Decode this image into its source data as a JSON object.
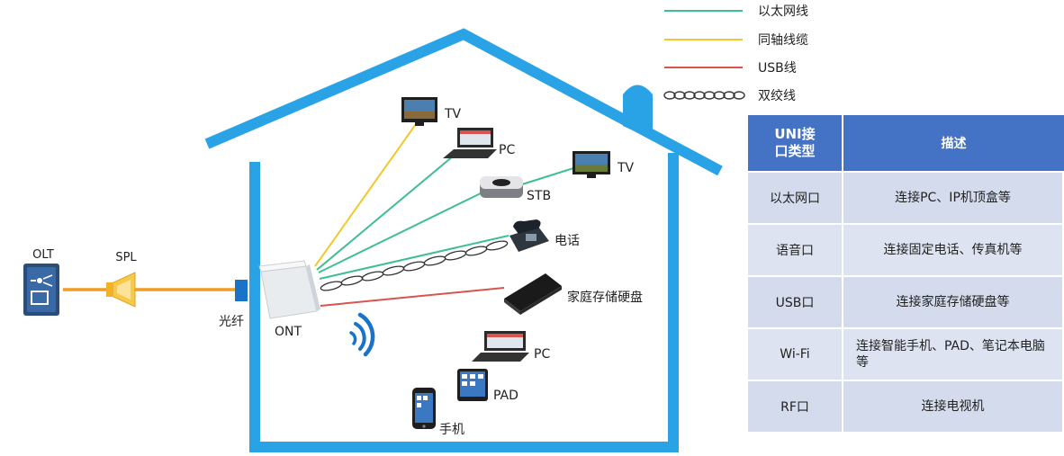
{
  "legend": [
    {
      "label": "以太网线",
      "color": "#3fbf8f",
      "style": "solid"
    },
    {
      "label": "同轴线缆",
      "color": "#f2c830",
      "style": "solid"
    },
    {
      "label": "USB线",
      "color": "#d9534f",
      "style": "solid"
    },
    {
      "label": "双绞线",
      "color": "#333333",
      "style": "twisted"
    }
  ],
  "outside": {
    "olt_label": "OLT",
    "spl_label": "SPL",
    "fiber_label": "光纤"
  },
  "house": {
    "ont_label": "ONT",
    "devices": {
      "tv1": "TV",
      "pc1": "PC",
      "tv2": "TV",
      "stb": "STB",
      "phone": "电话",
      "storage": "家庭存储硬盘",
      "pc2": "PC",
      "pad": "PAD",
      "mobile": "手机"
    }
  },
  "colors": {
    "house_outline": "#29a3e6",
    "fiber": "#f39c24",
    "ethernet": "#3fbf8f",
    "coax": "#f2c830",
    "usb": "#d9534f",
    "table_header": "#4472c4",
    "table_row": "#dde3f0"
  },
  "table": {
    "headers": [
      "UNI接口类型",
      "描述"
    ],
    "rows": [
      {
        "type": "以太网口",
        "desc": "连接PC、IP机顶盒等"
      },
      {
        "type": "语音口",
        "desc": "连接固定电话、传真机等"
      },
      {
        "type": "USB口",
        "desc": "连接家庭存储硬盘等"
      },
      {
        "type": "Wi-Fi",
        "desc": "连接智能手机、PAD、笔记本电脑等"
      },
      {
        "type": "RF口",
        "desc": "连接电视机"
      }
    ]
  }
}
